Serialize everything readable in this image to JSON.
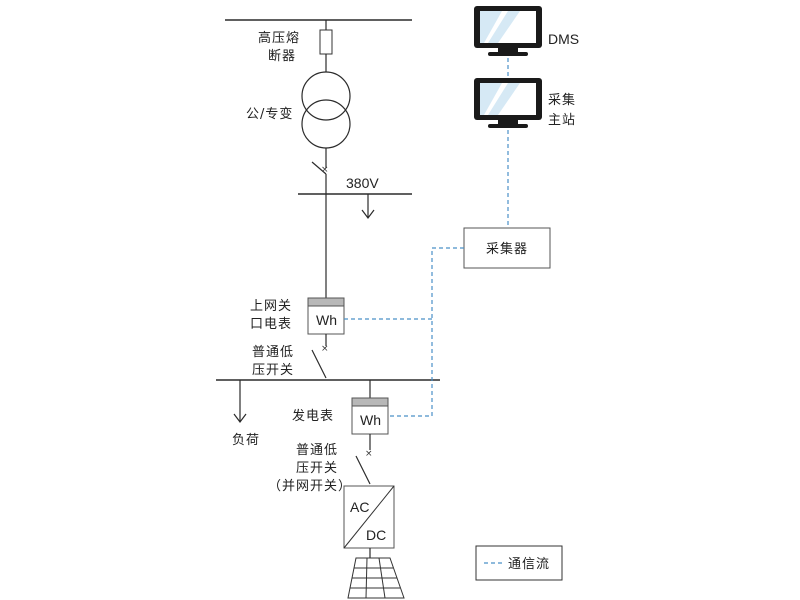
{
  "labels": {
    "fuse": [
      "高压熔",
      "断器"
    ],
    "transformer": "公/专变",
    "voltage": "380V",
    "grid_meter": [
      "上网关",
      "口电表"
    ],
    "breaker1": [
      "普通低",
      "压开关"
    ],
    "gen_meter": "发电表",
    "breaker2": [
      "普通低",
      "压开关",
      "（并网开关）"
    ],
    "load": "负荷",
    "dms": "DMS",
    "master_station": [
      "采集",
      "主站"
    ],
    "collector": "采集器",
    "meter_text": "Wh",
    "inverter_ac": "AC",
    "inverter_dc": "DC",
    "legend_comm": "通信流"
  },
  "colors": {
    "comm_line": "#4a90c8",
    "monitor_body": "#1a1a1a",
    "meter_top": "#b8b8b8"
  }
}
